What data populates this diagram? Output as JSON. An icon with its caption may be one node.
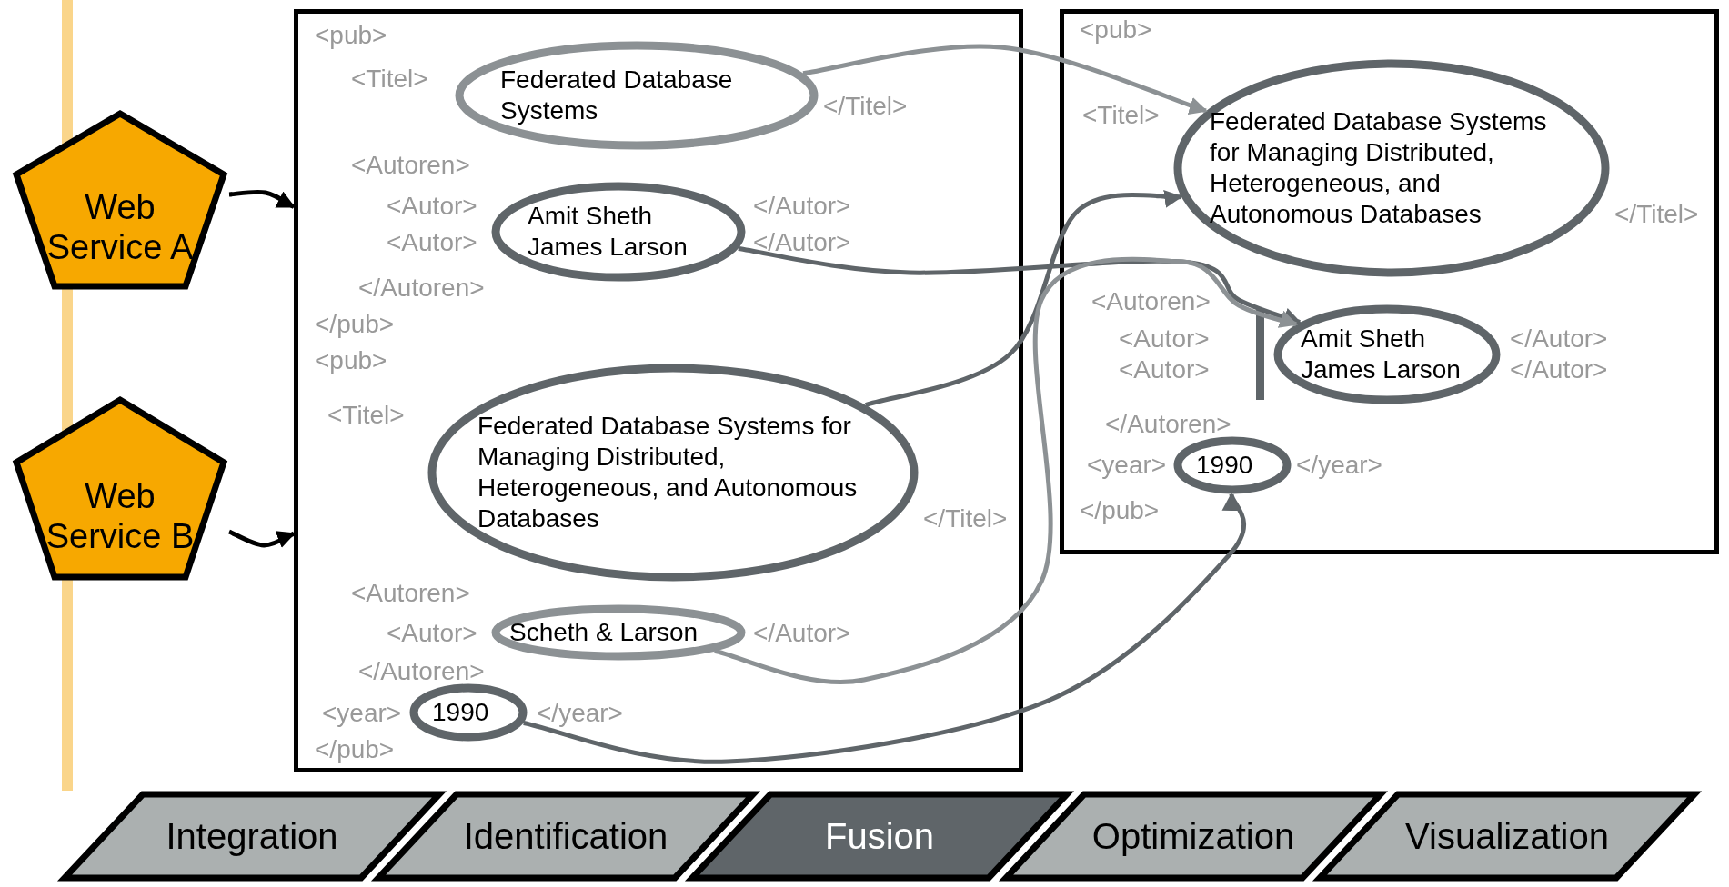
{
  "diagram": {
    "nodes": [
      {
        "text": [
          "Web Service A"
        ]
      },
      {
        "text": [
          "Web Service B"
        ]
      },
      {
        "text": [],
        "shape": "box"
      },
      {
        "text": [],
        "shape": "box"
      },
      {
        "text": [
          "Federated Database Systems"
        ],
        "in": 2
      },
      {
        "text": [
          "Amit Sheth",
          "James Larson"
        ],
        "in": 2
      },
      {
        "text": [
          "Federated Database Systems for Managing Distributed, Heterogeneous, and Autonomous Databases"
        ],
        "in": 2
      },
      {
        "text": [
          "Scheth & Larson"
        ],
        "in": 2
      },
      {
        "text": [
          "1990"
        ],
        "in": 2
      },
      {
        "text": [
          "Federated Database Systems for Managing Distributed, Heterogeneous, and Autonomous Databases"
        ],
        "in": 3
      },
      {
        "text": [
          "Amit Sheth",
          "James Larson"
        ],
        "in": 3
      },
      {
        "text": [
          "1990"
        ],
        "in": 3
      },
      {
        "text": [
          "Integration"
        ]
      },
      {
        "text": [
          "Identification"
        ]
      },
      {
        "text": [
          "Fusion"
        ]
      },
      {
        "text": [
          "Optimization"
        ]
      },
      {
        "text": [
          "Visualization"
        ]
      }
    ],
    "edges": [
      {
        "from": 0,
        "to": 2,
        "arrow": "to",
        "color": "#000000"
      },
      {
        "from": 1,
        "to": 2,
        "arrow": "to",
        "color": "#000000"
      },
      {
        "from": 4,
        "to": 9,
        "arrow": "to",
        "color": "#8c9194"
      },
      {
        "from": 5,
        "to": 10,
        "arrow": "to"
      },
      {
        "from": 6,
        "to": 9,
        "arrow": "to"
      },
      {
        "from": 7,
        "to": 10,
        "arrow": "to",
        "color": "#8c9194"
      },
      {
        "from": 8,
        "to": 11,
        "arrow": "to"
      }
    ],
    "labels": [
      "<pub>",
      "<Titel>",
      "</Titel>",
      "<Autoren>",
      "<Autor>",
      "</Autor>",
      "<Autor>",
      "</Autor>",
      "</Autoren>",
      "</pub>",
      "<pub>",
      "<Titel>",
      "</Titel>",
      "<Autoren>",
      "<Autor>",
      "</Autor>",
      "</Autoren>",
      "<year>",
      "</year>",
      "</pub>",
      "<pub>",
      "<Titel>",
      "</Titel>",
      "<Autoren>",
      "<Autor>",
      "</Autor>",
      "<Autor>",
      "</Autor>",
      "</Autoren>",
      "<year>",
      "</year>",
      "</pub>"
    ]
  }
}
